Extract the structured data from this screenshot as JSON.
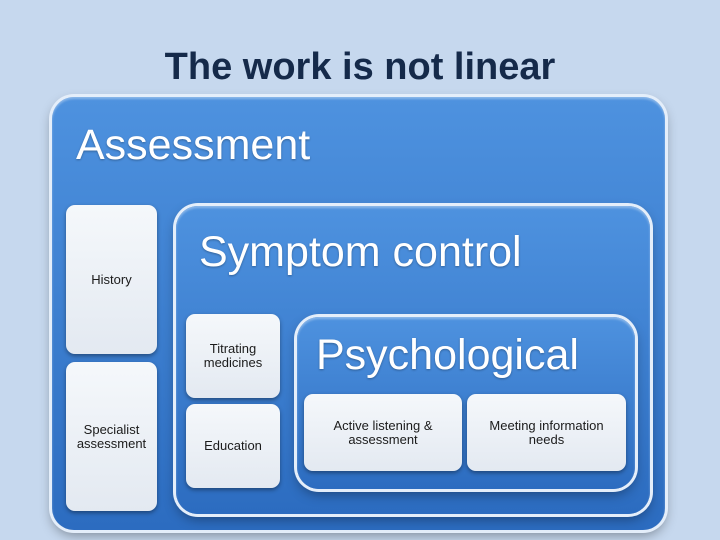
{
  "title": "The work is not linear",
  "assessment": {
    "label": "Assessment",
    "items": [
      "History",
      "Specialist assessment"
    ]
  },
  "symptom_control": {
    "label": "Symptom control",
    "items": [
      "Titrating medicines",
      "Education"
    ]
  },
  "psychological": {
    "label": "Psychological",
    "items": [
      "Active listening & assessment",
      "Meeting information needs"
    ]
  },
  "colors": {
    "background": "#c6d8ee",
    "panel_blue": "#3a7ed3",
    "title_text": "#152a4a",
    "card_fill": "#eef2f7"
  }
}
